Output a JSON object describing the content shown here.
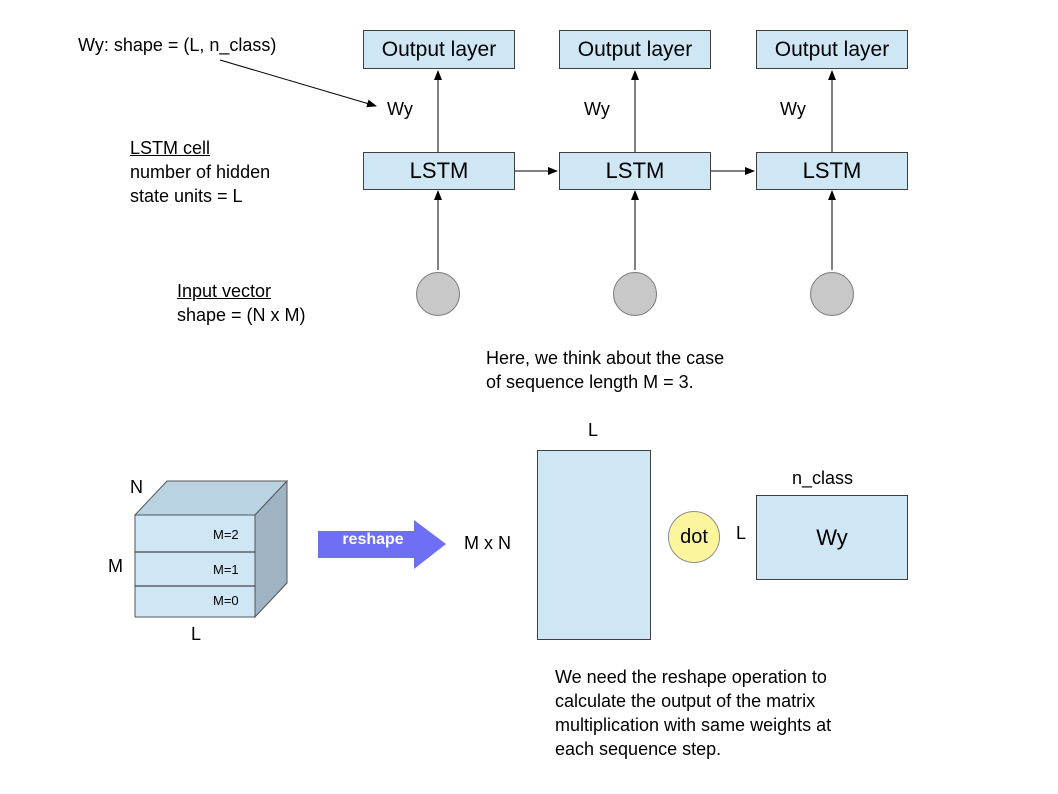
{
  "colors": {
    "box_fill": "#cfe7f5",
    "box_border": "#3f3f3f",
    "node_fill": "#c8c8c8",
    "dot_fill": "#fbf69d",
    "arrow_fill": "#6f6ff5",
    "cube_front": "#cfe7f5",
    "cube_top": "#b9d3e3",
    "cube_side": "#9fb3c3"
  },
  "top": {
    "wy_shape_label": "Wy: shape = (L, n_class)",
    "output_layer_label": "Output layer",
    "wy_edge_label": "Wy",
    "lstm_label": "LSTM",
    "lstm_cell": {
      "title": "LSTM cell",
      "line1": "number of hidden",
      "line2": "state units =  L"
    },
    "input_vector": {
      "title": "Input vector",
      "line1": "shape = (N x M)"
    },
    "note_line1": "Here, we think about the case",
    "note_line2": "of sequence length M = 3."
  },
  "bottom": {
    "cube_n_label": "N",
    "cube_m_label": "M",
    "cube_l_label": "L",
    "slice_labels": [
      "M=2",
      "M=1",
      "M=0"
    ],
    "reshape_label": "reshape",
    "matrix_rows_label": "M x N",
    "matrix_cols_label": "L",
    "dot_label": "dot",
    "wy_rows_label": "L",
    "wy_cols_label": "n_class",
    "wy_label": "Wy",
    "note_lines": [
      "We need the reshape operation to",
      "calculate the output of the matrix",
      "multiplication with same weights at",
      "each sequence step."
    ]
  }
}
